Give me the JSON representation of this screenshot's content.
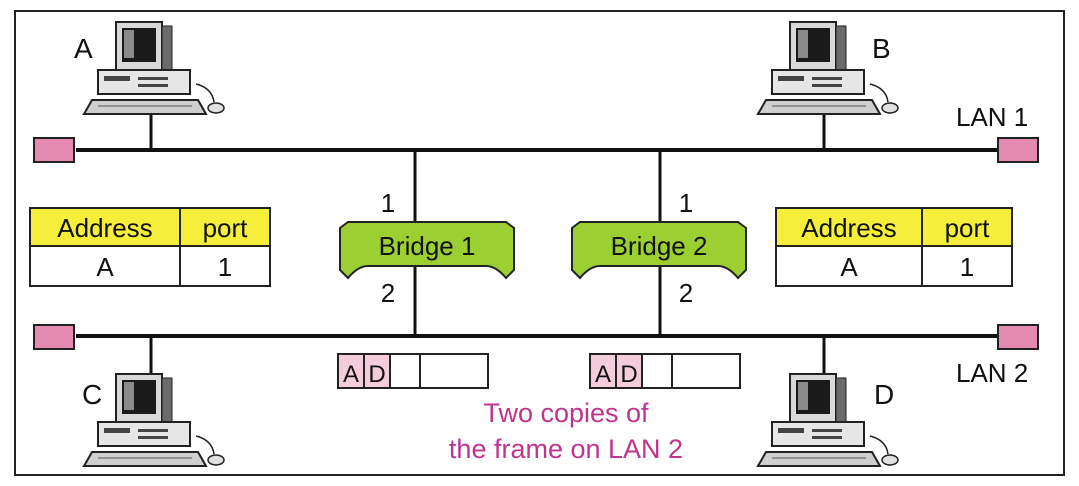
{
  "stations": {
    "a": "A",
    "b": "B",
    "c": "C",
    "d": "D"
  },
  "lans": {
    "lan1": "LAN 1",
    "lan2": "LAN 2"
  },
  "bridges": {
    "bridge1": {
      "label": "Bridge 1",
      "port_top": "1",
      "port_bottom": "2"
    },
    "bridge2": {
      "label": "Bridge 2",
      "port_top": "1",
      "port_bottom": "2"
    }
  },
  "tables": {
    "left": {
      "header_address": "Address",
      "header_port": "port",
      "address": "A",
      "port": "1"
    },
    "right": {
      "header_address": "Address",
      "header_port": "port",
      "address": "A",
      "port": "1"
    }
  },
  "frames": {
    "frame1": {
      "dest": "A",
      "src": "D"
    },
    "frame2": {
      "dest": "A",
      "src": "D"
    }
  },
  "caption": {
    "line1": "Two copies of",
    "line2": "the frame on LAN 2"
  },
  "colors": {
    "table_header": "#f5ef3c",
    "bridge_fill": "#9ccf32",
    "frame_fill": "#f4ccdc",
    "terminator_fill": "#e58ab0",
    "caption": "#c0338f"
  }
}
